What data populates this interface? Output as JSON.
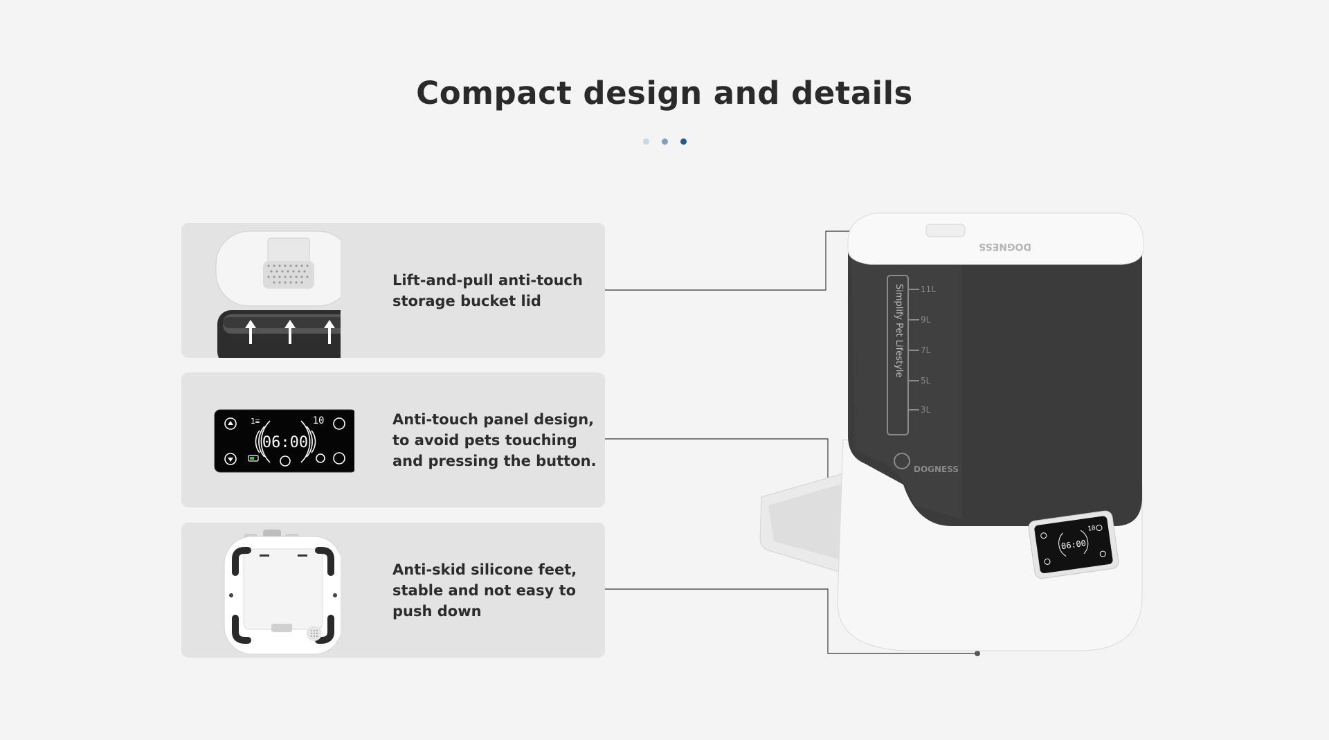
{
  "page": {
    "title": "Compact design and details"
  },
  "carousel": {
    "slide_count": 3,
    "active_index": 2
  },
  "features": [
    {
      "caption": "Lift-and-pull anti-touch\nstorage bucket lid"
    },
    {
      "caption": "Anti-touch panel design,\nto avoid pets touching\nand pressing the button."
    },
    {
      "caption": "Anti-skid silicone feet,\n stable and not easy to\npush down"
    }
  ],
  "panel_display": {
    "time": "06:00",
    "portion": "10"
  },
  "product": {
    "tank_text": "Simplify Pet Lifestyle",
    "brand": "DOGNESS",
    "scale_marks": [
      "11L",
      "9L",
      "7L",
      "5L",
      "3L"
    ],
    "display_time": "06:00",
    "display_portion": "10"
  },
  "colors": {
    "background": "#f4f4f4",
    "card": "#e3e3e3",
    "dot_inactive_1": "#c8d6e6",
    "dot_inactive_2": "#7ea1c6",
    "dot_active": "#1f5a99",
    "tank": "#3b3b3b",
    "lcd_on": "#ffffff",
    "battery_green": "#3cc24a"
  }
}
